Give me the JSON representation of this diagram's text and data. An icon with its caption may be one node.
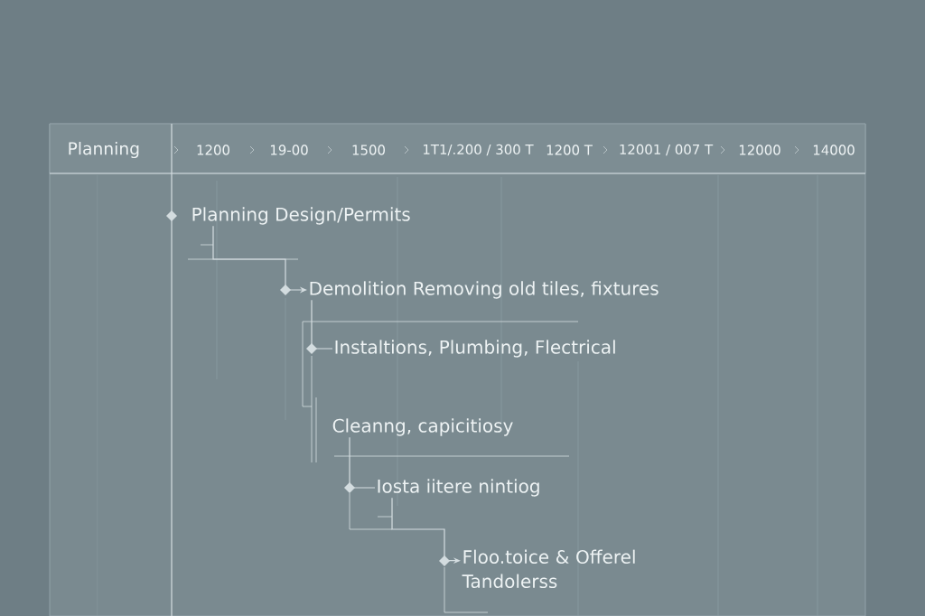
{
  "diagram": {
    "nodes": [
      {
        "text": [
          "Planning Design/Permits"
        ]
      },
      {
        "text": [
          "Demolition Removing old tiles, fixtures"
        ]
      },
      {
        "text": [
          "Instaltions, Plumbing, Flectrical"
        ]
      },
      {
        "text": [
          "Cleanng, capicitiosy"
        ]
      },
      {
        "text": [
          "Iosta iitere nintiog"
        ]
      },
      {
        "text": [
          "Floo.toice & Offerel Tandolerss"
        ]
      }
    ],
    "edges": [
      {
        "from": 0,
        "to": 1,
        "arrow": "to"
      },
      {
        "from": 1,
        "to": 2,
        "arrow": "none"
      },
      {
        "from": 3,
        "to": 4,
        "arrow": "none"
      },
      {
        "from": 4,
        "to": 5,
        "arrow": "to"
      }
    ],
    "labels": [
      "Planning",
      "1200",
      "19-00",
      "1500",
      "1T1/.200 / 300 T",
      "1200 T",
      "12001 / 007 T",
      "12000",
      "14000"
    ]
  }
}
